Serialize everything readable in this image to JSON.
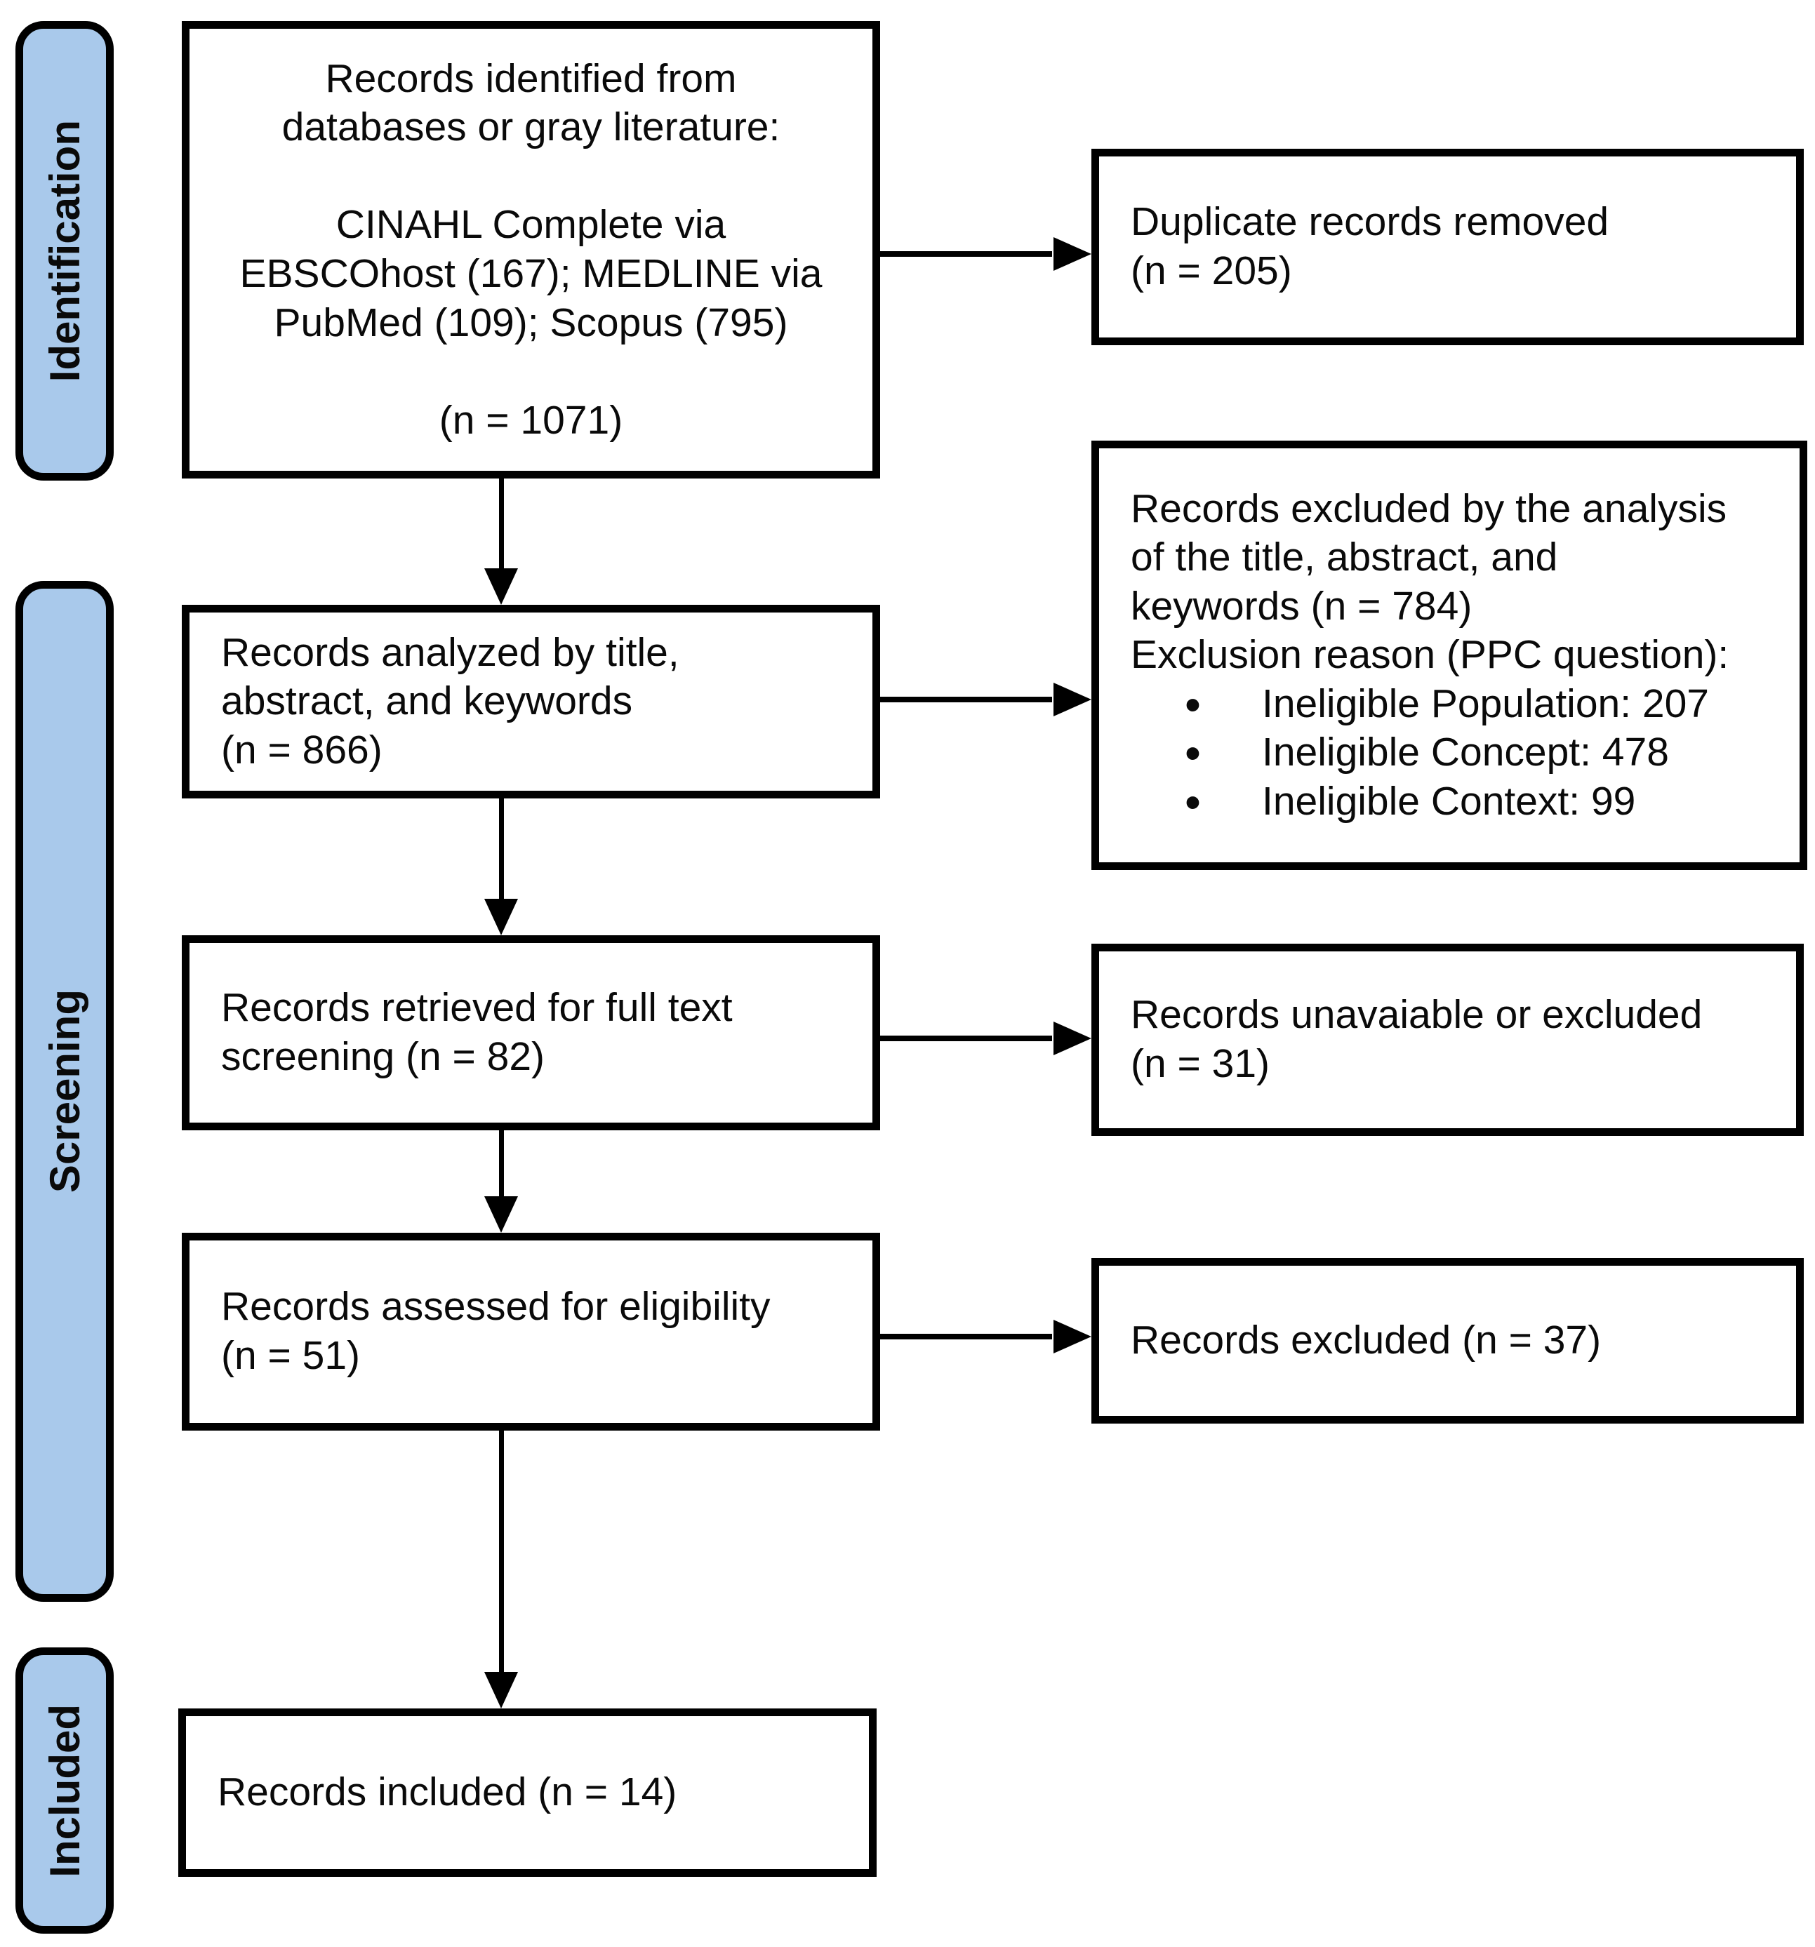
{
  "colors": {
    "stage_fill": "#A9C9EB",
    "border": "#000000",
    "text": "#0A0A0A",
    "background": "#FFFFFF"
  },
  "stages": {
    "identification": "Identification",
    "screening": "Screening",
    "included": "Included"
  },
  "flow": {
    "identified": "Records identified from\ndatabases or gray literature:\n\nCINAHL Complete via\nEBSCOhost (167); MEDLINE via\nPubMed (109); Scopus (795)\n\n(n = 1071)",
    "analyzed": "Records analyzed by title,\nabstract, and keywords\n(n = 866)",
    "retrieved": "Records retrieved for full text\nscreening (n = 82)",
    "assessed": "Records assessed for eligibility\n(n = 51)",
    "included": "Records included (n = 14)"
  },
  "side": {
    "duplicates": "Duplicate records removed\n(n = 205)",
    "excluded_analysis": {
      "intro": "Records excluded by the analysis\nof the title, abstract, and\nkeywords (n = 784)\nExclusion reason (PPC question):",
      "reasons": [
        "Ineligible Population: 207",
        "Ineligible Concept: 478",
        "Ineligible Context: 99"
      ]
    },
    "unavailable": "Records unavaiable or excluded\n(n = 31)",
    "excluded": "Records excluded (n = 37)"
  }
}
